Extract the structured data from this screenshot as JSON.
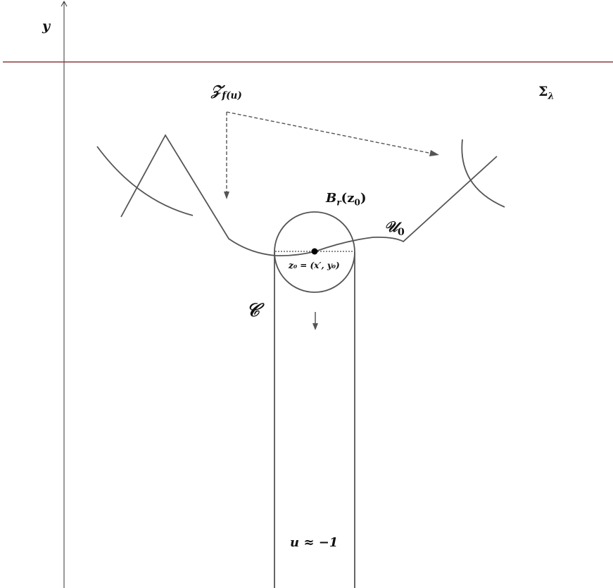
{
  "labels": {
    "y_axis": "y",
    "z_set": "𝒵",
    "z_set_sub": "f(u)",
    "sigma": "Σ",
    "sigma_sub": "λ",
    "ball": "B",
    "ball_sub": "r",
    "ball_arg": "(z",
    "ball_arg_sub": "0",
    "ball_close": ")",
    "u0": "𝒰",
    "u0_sub": "0",
    "point_eq": "z₀ = (x′, y₀)",
    "c_set": "𝒞",
    "u_value": "u ≈ −1"
  },
  "colors": {
    "line": "#555555",
    "axis": "#333333",
    "horizontal_line": "#8b3a3a",
    "point": "#000000"
  }
}
